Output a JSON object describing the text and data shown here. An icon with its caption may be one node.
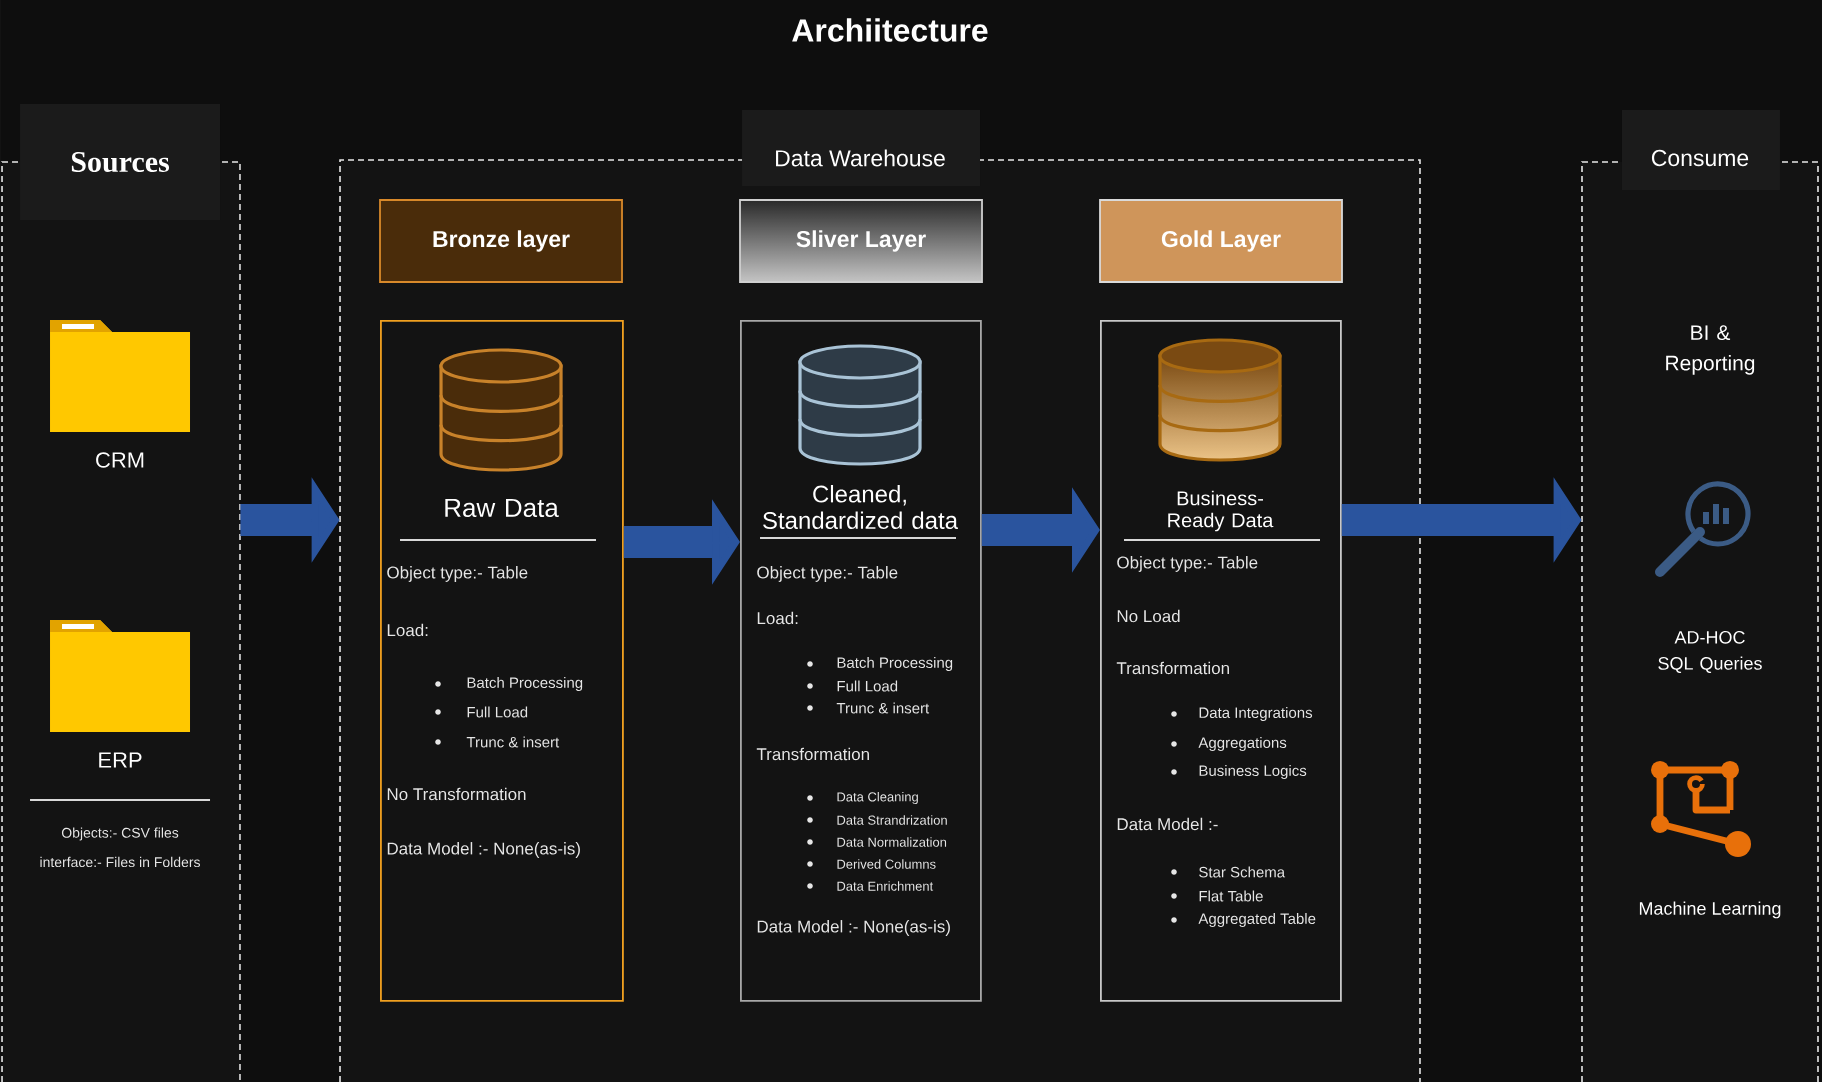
{
  "diagram": {
    "title": "Archiitecture",
    "nodes": [
      {
        "text": [
          "Sources",
          "Objects:- CSV files",
          "interface:- Files in Folders"
        ]
      },
      {
        "text": [
          "CRM"
        ],
        "in": 0
      },
      {
        "text": [
          "ERP"
        ],
        "in": 0
      },
      {
        "text": [
          "Data Warehouse"
        ]
      },
      {
        "text": [
          "Bronze layer"
        ],
        "in": 3
      },
      {
        "text": [
          "Raw Data",
          "Object type:- Table",
          "Load:",
          "Batch Processing",
          "Full Load",
          "Trunc & insert",
          "No Transformation",
          "Data Model :- None(as-is)"
        ],
        "in": 3
      },
      {
        "text": [
          "Sliver Layer"
        ],
        "in": 3
      },
      {
        "text": [
          "Cleaned, Standardized data",
          "Object type:- Table",
          "Load:",
          "Batch Processing",
          "Full Load",
          "Trunc & insert",
          "Transformation",
          "Data Cleaning",
          "Data Strandrization",
          "Data Normalization",
          "Derived Columns",
          "Data Enrichment",
          "Data Model :- None(as-is)"
        ],
        "in": 3
      },
      {
        "text": [
          "Gold Layer"
        ],
        "in": 3
      },
      {
        "text": [
          "Business- Ready Data",
          "Object type:- Table",
          "No Load",
          "Transformation",
          "Data Integrations",
          "Aggregations",
          "Business Logics",
          "Data Model :-",
          "Star Schema",
          "Flat Table",
          "Aggregated Table"
        ],
        "in": 3
      },
      {
        "text": [
          "Consume"
        ]
      },
      {
        "text": [
          "BI & Reporting"
        ],
        "in": 10
      },
      {
        "text": [
          "AD-HOC SQL Queries"
        ],
        "in": 10
      },
      {
        "text": [
          "Machine Learning"
        ],
        "in": 10
      }
    ],
    "edges": [
      {
        "from": 0,
        "to": 3,
        "arrow": "to"
      },
      {
        "from": 5,
        "to": 7,
        "arrow": "to"
      },
      {
        "from": 7,
        "to": 9,
        "arrow": "to"
      },
      {
        "from": 9,
        "to": 10,
        "arrow": "to"
      }
    ]
  }
}
